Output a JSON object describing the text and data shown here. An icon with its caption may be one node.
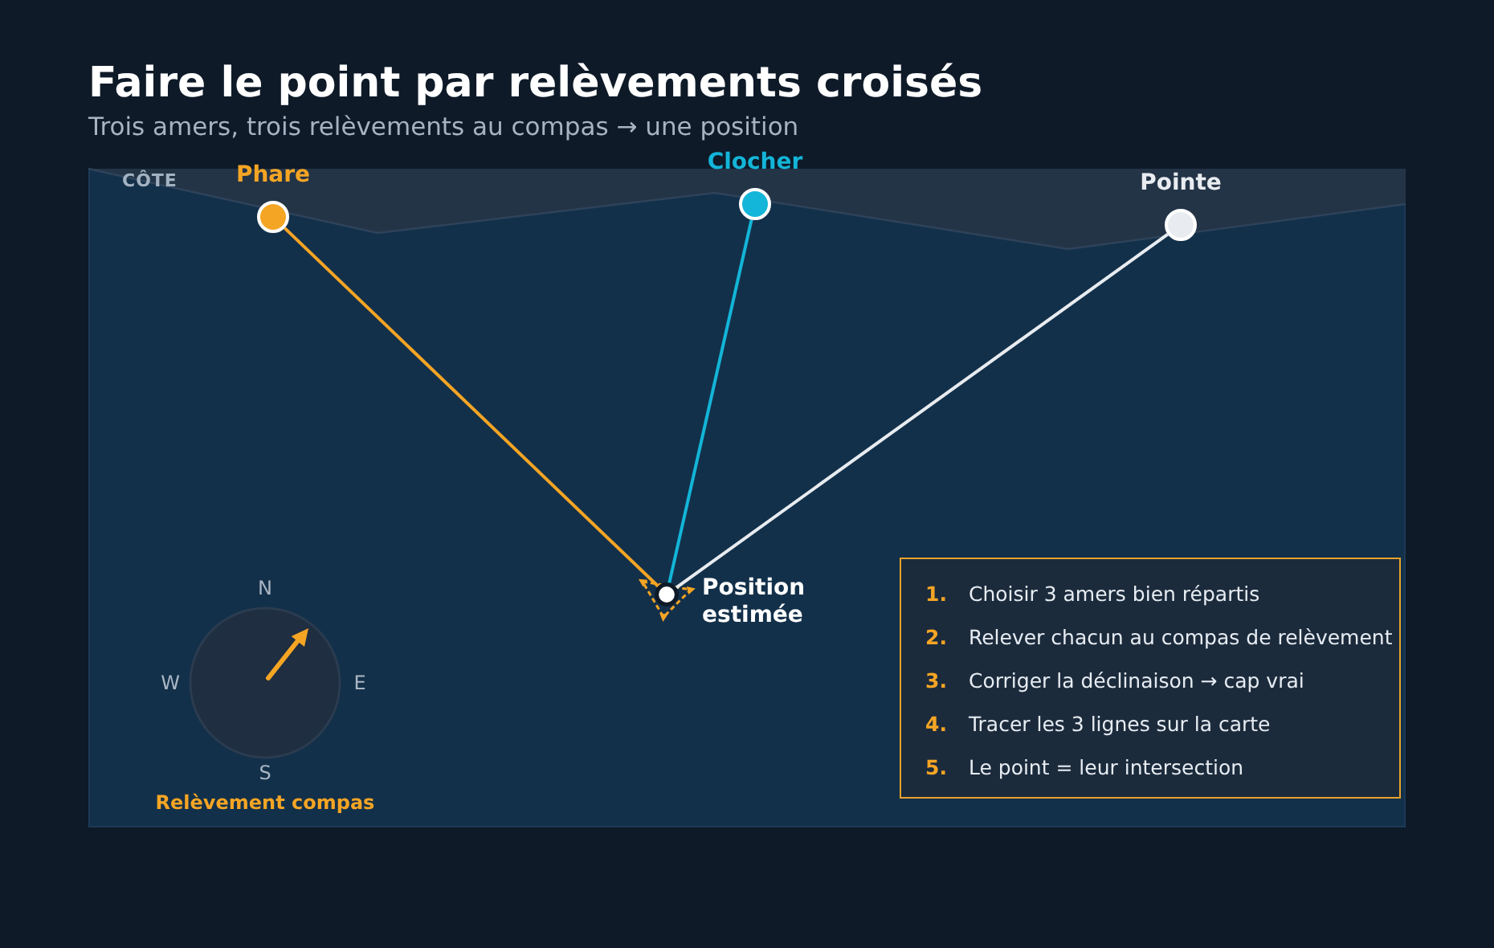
{
  "diagram": {
    "title": "Faire le point par relèvements croisés",
    "nodes": [
      {
        "text": [
          "Phare"
        ]
      },
      {
        "text": [
          "Clocher"
        ]
      },
      {
        "text": [
          "Pointe"
        ]
      },
      {
        "text": [
          "Position estimée"
        ]
      },
      {
        "text": [
          "**1.** Choisir 3 amers bien répartis",
          "**2.** Relever chacun au compas de relèvement",
          "**3.** Corriger la déclinaison → cap vrai",
          "**4.** Tracer les 3 lignes sur la carte",
          "**5.** Le point = leur intersection"
        ]
      }
    ],
    "edges": [
      {
        "from": 0,
        "to": 3,
        "arrow": "none",
        "color": "#f5a524"
      },
      {
        "from": 1,
        "to": 3,
        "arrow": "none",
        "color": "#13b5d8"
      },
      {
        "from": 2,
        "to": 3,
        "arrow": "none",
        "color": "#e8ecf0"
      }
    ],
    "labels": [
      "Trois amers, trois relèvements au compas → une position",
      "CÔTE",
      "N",
      "W",
      "E",
      "S",
      "Relèvement compas"
    ]
  }
}
